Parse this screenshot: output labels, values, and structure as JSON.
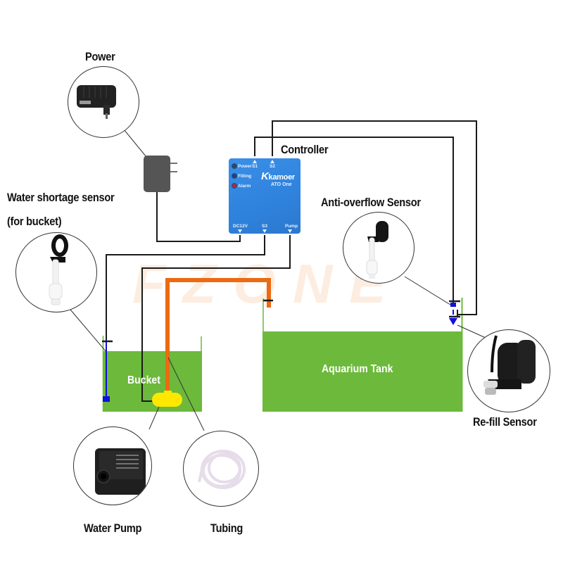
{
  "labels": {
    "power": "Power",
    "controller": "Controller",
    "water_shortage_line1": "Water shortage sensor",
    "water_shortage_line2": "(for bucket)",
    "anti_overflow": "Anti-overflow Sensor",
    "refill": "Re-fill Sensor",
    "water_pump": "Water Pump",
    "tubing": "Tubing",
    "bucket": "Bucket",
    "aquarium_tank": "Aquarium Tank"
  },
  "controller": {
    "brand": "kamoer",
    "brand_mark": "K",
    "model": "ATO One",
    "indicators": [
      {
        "label": "Power",
        "color": "#3a4654"
      },
      {
        "label": "Filling",
        "color": "#24407a"
      },
      {
        "label": "Alarm",
        "color": "#b3283a"
      }
    ],
    "top_ports": [
      "S1",
      "S2"
    ],
    "bottom_ports": [
      "DC12V",
      "S3",
      "Pump"
    ]
  },
  "watermark": "FZONE",
  "colors": {
    "water": "#6cb93c",
    "tubing": "#ec6a12",
    "pump": "#ffe800",
    "sensor": "#1010e0",
    "controller": "#2f82dc",
    "adapter": "#555555",
    "wire": "#1a1a1a"
  }
}
